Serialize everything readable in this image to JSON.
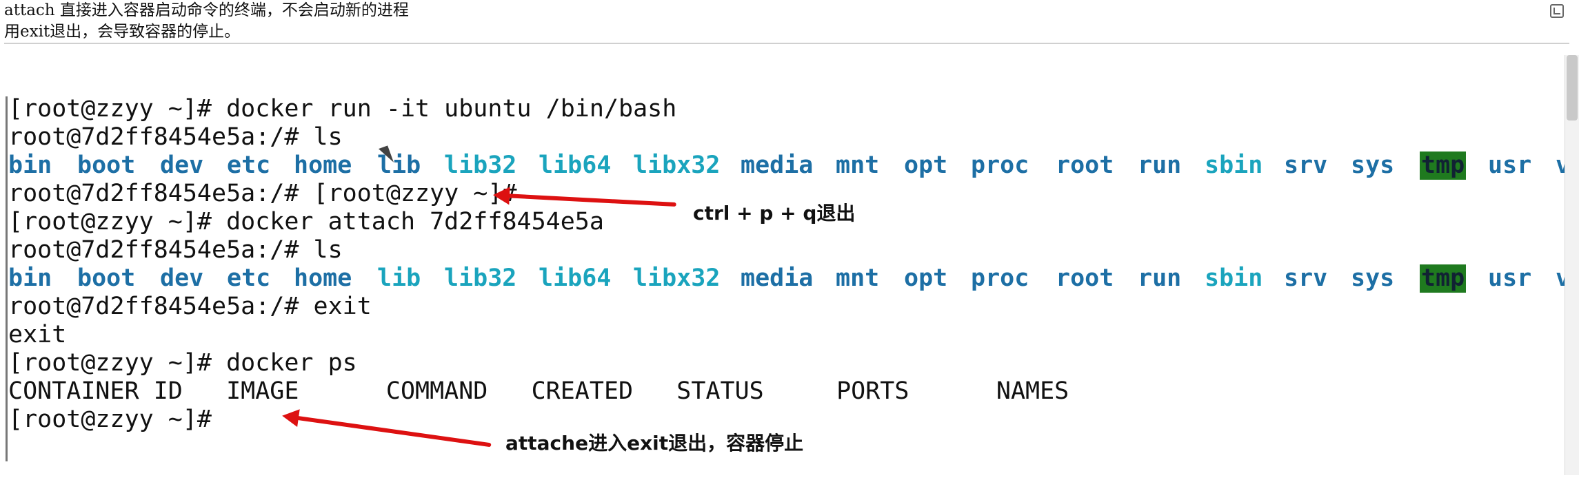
{
  "note": {
    "line1": "attach 直接进入容器启动命令的终端，不会启动新的进程",
    "line2": "用exit退出，会导致容器的停止。"
  },
  "terminal": {
    "lines": [
      "[root@zzyy ~]# docker run -it ubuntu /bin/bash",
      "root@7d2ff8454e5a:/# ls",
      "",
      "root@7d2ff8454e5a:/# [root@zzyy ~]#",
      "[root@zzyy ~]# docker attach 7d2ff8454e5a",
      "root@7d2ff8454e5a:/# ls",
      "",
      "root@7d2ff8454e5a:/# exit",
      "exit",
      "[root@zzyy ~]# docker ps",
      "CONTAINER ID   IMAGE      COMMAND   CREATED   STATUS     PORTS      NAMES",
      "[root@zzyy ~]#"
    ],
    "ls_items": [
      "bin",
      "boot",
      "dev",
      "etc",
      "home",
      "lib",
      "lib32",
      "lib64",
      "libx32",
      "media",
      "mnt",
      "opt",
      "proc",
      "root",
      "run",
      "sbin",
      "srv",
      "sys",
      "tmp",
      "usr",
      "v"
    ]
  },
  "annotations": {
    "a1": "ctrl + p + q退出",
    "a2": "attache进入exit退出，容器停止"
  },
  "colors": {
    "arrow": "#d11111",
    "ls_blue": "#1d6fa5",
    "ls_cyan": "#1aa4bd",
    "tmp_bg": "#1f7a1f"
  },
  "icons": {
    "corner": "corner-icon",
    "cursor": "mouse-cursor-icon"
  }
}
